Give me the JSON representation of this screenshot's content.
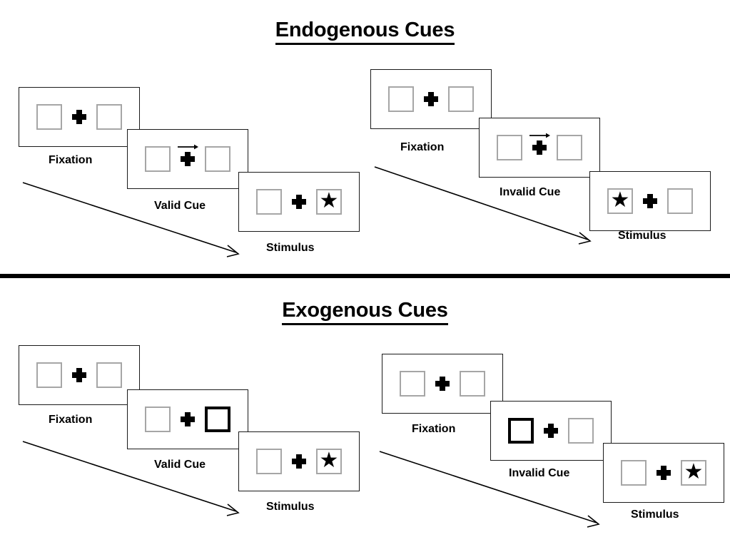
{
  "sections": [
    {
      "id": "endogenous",
      "title": "Endogenous Cues",
      "sequences": [
        {
          "id": "endogenous-valid",
          "frames": [
            {
              "stage_label": "Fixation",
              "cue_type": "none",
              "cue_side": "none",
              "target_side": "none",
              "left_box": "empty",
              "right_box": "empty"
            },
            {
              "stage_label": "Valid Cue",
              "cue_type": "arrow",
              "cue_side": "right",
              "target_side": "none",
              "left_box": "empty",
              "right_box": "empty"
            },
            {
              "stage_label": "Stimulus",
              "cue_type": "none",
              "cue_side": "none",
              "target_side": "right",
              "left_box": "empty",
              "right_box": "star"
            }
          ]
        },
        {
          "id": "endogenous-invalid",
          "frames": [
            {
              "stage_label": "Fixation",
              "cue_type": "none",
              "cue_side": "none",
              "target_side": "none",
              "left_box": "empty",
              "right_box": "empty"
            },
            {
              "stage_label": "Invalid Cue",
              "cue_type": "arrow",
              "cue_side": "right",
              "target_side": "none",
              "left_box": "empty",
              "right_box": "empty"
            },
            {
              "stage_label": "Stimulus",
              "cue_type": "none",
              "cue_side": "none",
              "target_side": "left",
              "left_box": "star",
              "right_box": "empty"
            }
          ]
        }
      ]
    },
    {
      "id": "exogenous",
      "title": "Exogenous Cues",
      "sequences": [
        {
          "id": "exogenous-valid",
          "frames": [
            {
              "stage_label": "Fixation",
              "cue_type": "none",
              "cue_side": "none",
              "target_side": "none",
              "left_box": "empty",
              "right_box": "empty"
            },
            {
              "stage_label": "Valid Cue",
              "cue_type": "box-highlight",
              "cue_side": "right",
              "target_side": "none",
              "left_box": "empty",
              "right_box": "cued"
            },
            {
              "stage_label": "Stimulus",
              "cue_type": "none",
              "cue_side": "none",
              "target_side": "right",
              "left_box": "empty",
              "right_box": "star"
            }
          ]
        },
        {
          "id": "exogenous-invalid",
          "frames": [
            {
              "stage_label": "Fixation",
              "cue_type": "none",
              "cue_side": "none",
              "target_side": "none",
              "left_box": "empty",
              "right_box": "empty"
            },
            {
              "stage_label": "Invalid Cue",
              "cue_type": "box-highlight",
              "cue_side": "left",
              "target_side": "none",
              "left_box": "cued",
              "right_box": "empty"
            },
            {
              "stage_label": "Stimulus",
              "cue_type": "none",
              "cue_side": "none",
              "target_side": "right",
              "left_box": "empty",
              "right_box": "star"
            }
          ]
        }
      ]
    }
  ],
  "glyphs": {
    "star": "★",
    "fixation_cross": "plus-cross",
    "cue_arrow": "right-arrow",
    "time_arrow": "diagonal-right-down-arrow"
  },
  "colors": {
    "ink": "#000000",
    "frame_border": "#1a1a1a",
    "box_border": "#a6a6a6",
    "cued_box_border": "#000000",
    "background": "#ffffff"
  }
}
